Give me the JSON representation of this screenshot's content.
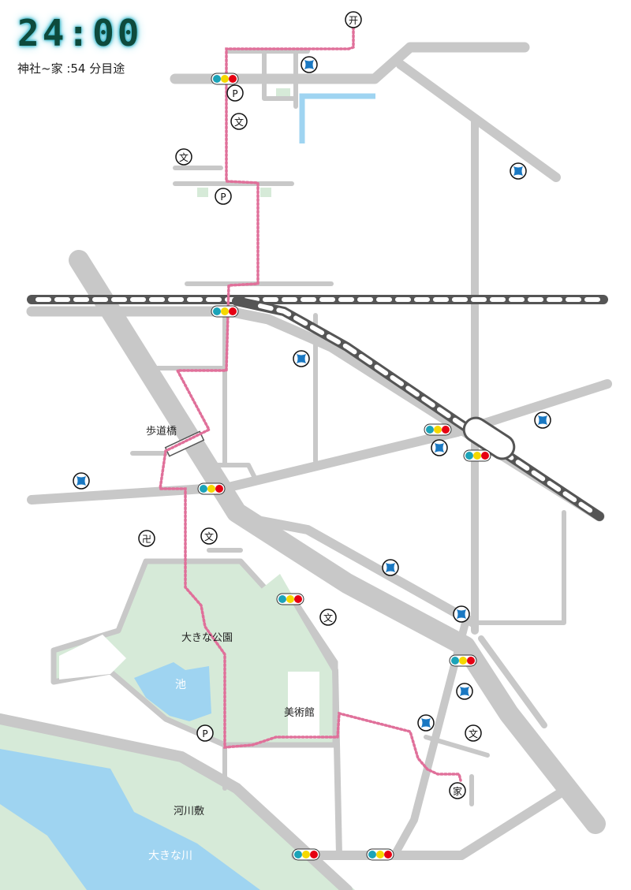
{
  "header": {
    "time": "24:00",
    "route_summary": "神社~家 :54 分目途"
  },
  "labels": {
    "footbridge": "歩道橋",
    "park": "大きな公園",
    "pond": "池",
    "museum": "美術館",
    "riverbank": "河川敷",
    "river": "大きな川"
  },
  "icon_glyphs": {
    "shrine": "开",
    "parking": "P",
    "school": "文",
    "temple": "卍",
    "home": "家"
  },
  "colors": {
    "road": "#c8c8c8",
    "rail": "#5a5a5a",
    "route": "#e0709a",
    "park": "#d6ead8",
    "water": "#9fd4f1",
    "signal_teal": "#1ba3b8",
    "signal_yellow": "#f5d800",
    "signal_red": "#e60012",
    "store_blue": "#1a78c2"
  }
}
